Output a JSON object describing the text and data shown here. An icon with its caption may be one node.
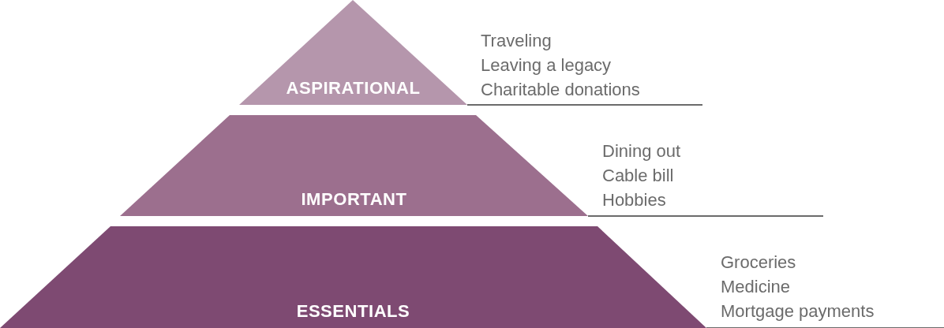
{
  "diagram": {
    "nodes": [
      {
        "text": [
          "ASPIRATIONAL"
        ],
        "beside": [
          "Traveling",
          "Leaving a legacy",
          "Charitable donations"
        ]
      },
      {
        "text": [
          "IMPORTANT"
        ],
        "beside": [
          "Dining out",
          "Cable bill",
          "Hobbies"
        ]
      },
      {
        "text": [
          "ESSENTIALS"
        ],
        "beside": [
          "Groceries",
          "Medicine",
          "Mortgage payments"
        ]
      }
    ]
  }
}
